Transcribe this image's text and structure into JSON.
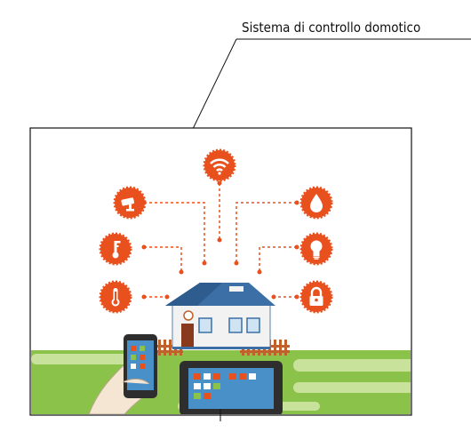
{
  "callout": {
    "label": "Sistema di controllo domotico"
  },
  "illustration": {
    "colors": {
      "accent_orange": "#e8501e",
      "grass_green": "#8bc34a",
      "grass_light": "#c9e29b",
      "house_wall": "#f2f2f2",
      "house_roof": "#3b6fa6",
      "fence_orange": "#c0602a",
      "device_dark": "#2e2e2e"
    },
    "icons": {
      "top": "wifi-icon",
      "left": [
        "security-camera-icon",
        "thermostat-dial-icon",
        "thermometer-icon"
      ],
      "right": [
        "water-drop-icon",
        "lightbulb-icon",
        "padlock-icon"
      ]
    },
    "devices": [
      "smartphone-in-hand",
      "tablet"
    ]
  }
}
